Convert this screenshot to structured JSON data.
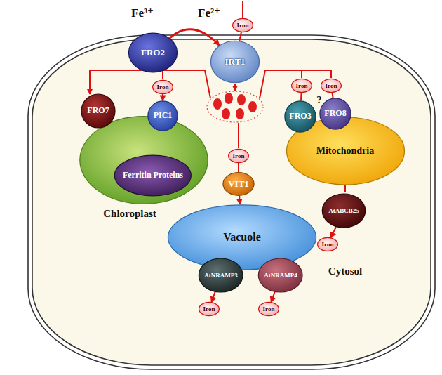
{
  "diagram": {
    "nodes": [
      {
        "text": [
          "FRO2"
        ]
      },
      {
        "text": [
          "Iron"
        ]
      },
      {
        "text": [
          "IRT1"
        ]
      },
      {
        "text": [
          "Chloroplast"
        ]
      },
      {
        "text": [
          "FRO7"
        ],
        "in": 3
      },
      {
        "text": [
          "Iron"
        ]
      },
      {
        "text": [
          "PIC1"
        ],
        "in": 3
      },
      {
        "text": [
          "Ferritin Proteins"
        ],
        "in": 3
      },
      {
        "text": [
          "Iron"
        ]
      },
      {
        "text": [
          "VIT1"
        ]
      },
      {
        "text": [
          "Vacuole"
        ]
      },
      {
        "text": [
          "AtNRAMP3"
        ],
        "in": 10
      },
      {
        "text": [
          "AtNRAMP4"
        ],
        "in": 10
      },
      {
        "text": [
          "Iron"
        ]
      },
      {
        "text": [
          "Iron"
        ]
      },
      {
        "text": [
          "Iron"
        ]
      },
      {
        "text": [
          "Iron"
        ]
      },
      {
        "text": [
          "Mitochondria"
        ]
      },
      {
        "text": [
          "FRO3"
        ],
        "in": 17
      },
      {
        "text": [
          "FRO8"
        ],
        "in": 17
      },
      {
        "text": [
          "AtABCB25"
        ],
        "in": 17
      },
      {
        "text": [
          "Iron"
        ]
      }
    ],
    "edges": [
      {
        "from": 0,
        "to": 2,
        "arrow": "to"
      },
      {
        "from": 1,
        "to": 2,
        "arrow": "none"
      },
      {
        "from": 5,
        "to": 6,
        "arrow": "to"
      },
      {
        "from": 4,
        "to": 7,
        "arrow": "to"
      },
      {
        "from": 6,
        "to": 7,
        "arrow": "to"
      },
      {
        "from": 8,
        "to": 9,
        "arrow": "none"
      },
      {
        "from": 9,
        "to": 10,
        "arrow": "to"
      },
      {
        "from": 11,
        "to": 13,
        "arrow": "to"
      },
      {
        "from": 12,
        "to": 14,
        "arrow": "to"
      },
      {
        "from": 15,
        "to": 18,
        "arrow": "none"
      },
      {
        "from": 16,
        "to": 19,
        "arrow": "none"
      },
      {
        "from": 20,
        "to": 21,
        "arrow": "to"
      }
    ],
    "labels": [
      "Fe³⁺",
      "Fe²⁺",
      "?",
      "Cytosol"
    ]
  }
}
